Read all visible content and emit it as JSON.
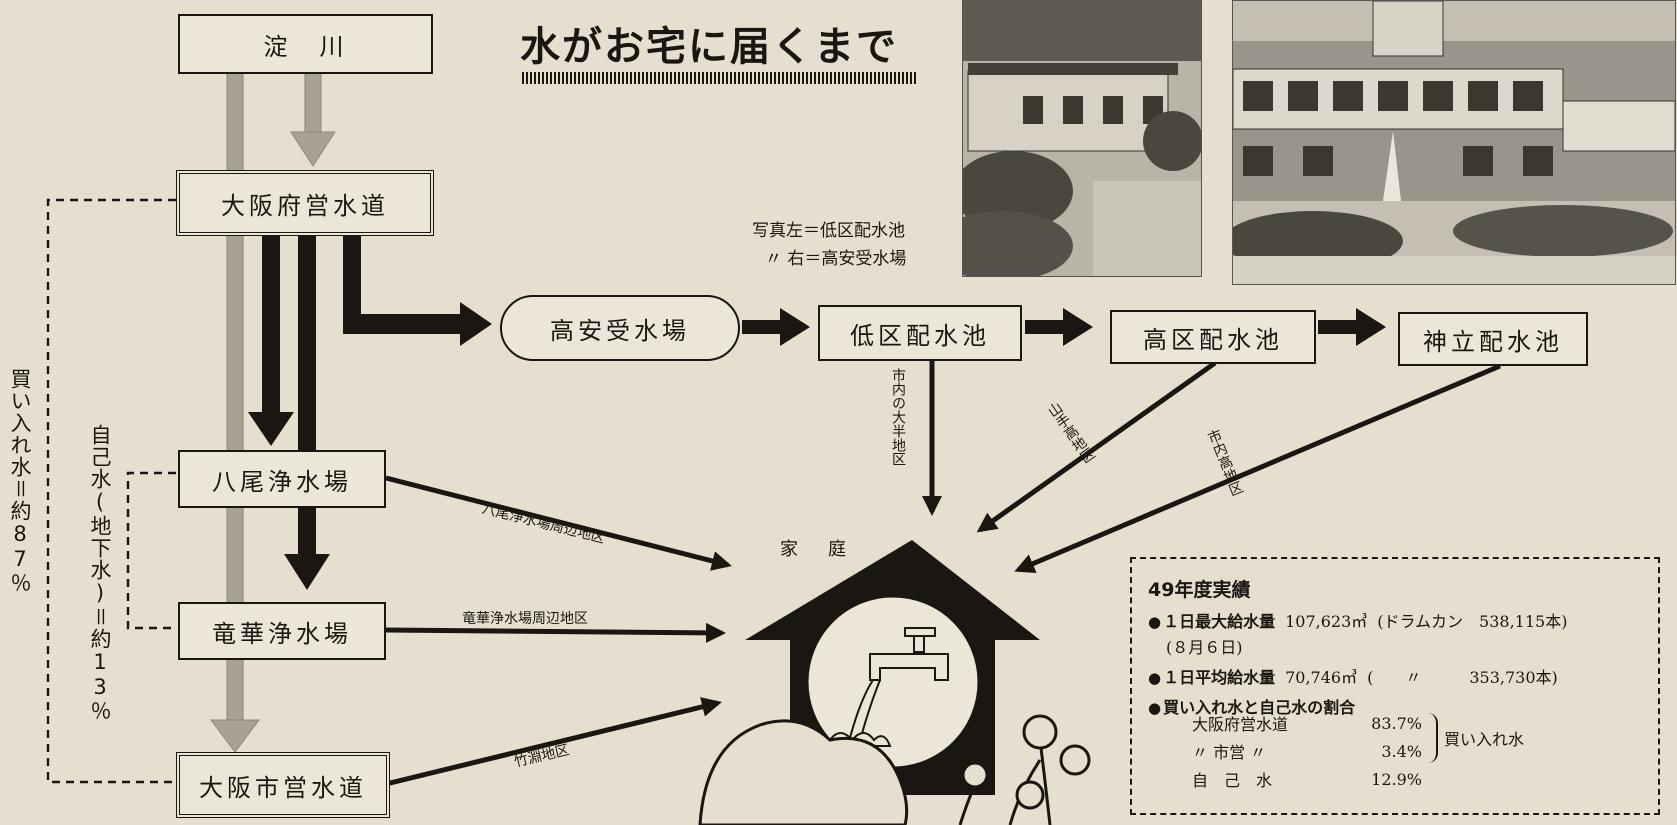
{
  "title": "水がお宅に届くまで",
  "photo_caption": {
    "line1": "写真左＝低区配水池",
    "line2": "〃 右＝高安受水場"
  },
  "nodes": {
    "yodogawa": "淀　川",
    "osaka_pref": "大阪府営水道",
    "yao": "八尾浄水場",
    "ryuge": "竜華浄水場",
    "osaka_city": "大阪市営水道",
    "takayasu": "高安受水場",
    "teiku": "低区配水池",
    "kouku": "高区配水池",
    "kandachi": "神立配水池",
    "home": "家　庭"
  },
  "routes": {
    "yao_area": "八尾浄水場周辺地区",
    "ryuge_area": "竜華浄水場周辺地区",
    "takebuchi": "竹淵地区",
    "city_majority": "市内の大半地区",
    "yamate": "山手高地区",
    "city_high": "市内高地区"
  },
  "side_labels": {
    "purchased": "買い入れ水＝約87％",
    "own_water": "自己水(地下水)＝約13％"
  },
  "stats": {
    "heading": "49年度実績",
    "max_label": "１日最大給水量",
    "max_value": "107,623㎥",
    "max_note": "(ドラムカン　538,115本)",
    "max_date": "(８月６日)",
    "avg_label": "１日平均給水量",
    "avg_value": "70,746㎥",
    "avg_note": "(　　〃　　　353,730本)",
    "ratio_label": "買い入れ水と自己水の割合",
    "ratios": [
      {
        "name": "大阪府営水道",
        "pct": "83.7%"
      },
      {
        "name": "〃 市営 〃",
        "pct": "3.4%"
      },
      {
        "name": "自　己　水",
        "pct": "12.9%"
      }
    ],
    "purchased_label": "買い入れ水"
  },
  "colors": {
    "paper": "#e6dfcf",
    "ink": "#1a1712",
    "gray_arrow": "#a8a294"
  }
}
